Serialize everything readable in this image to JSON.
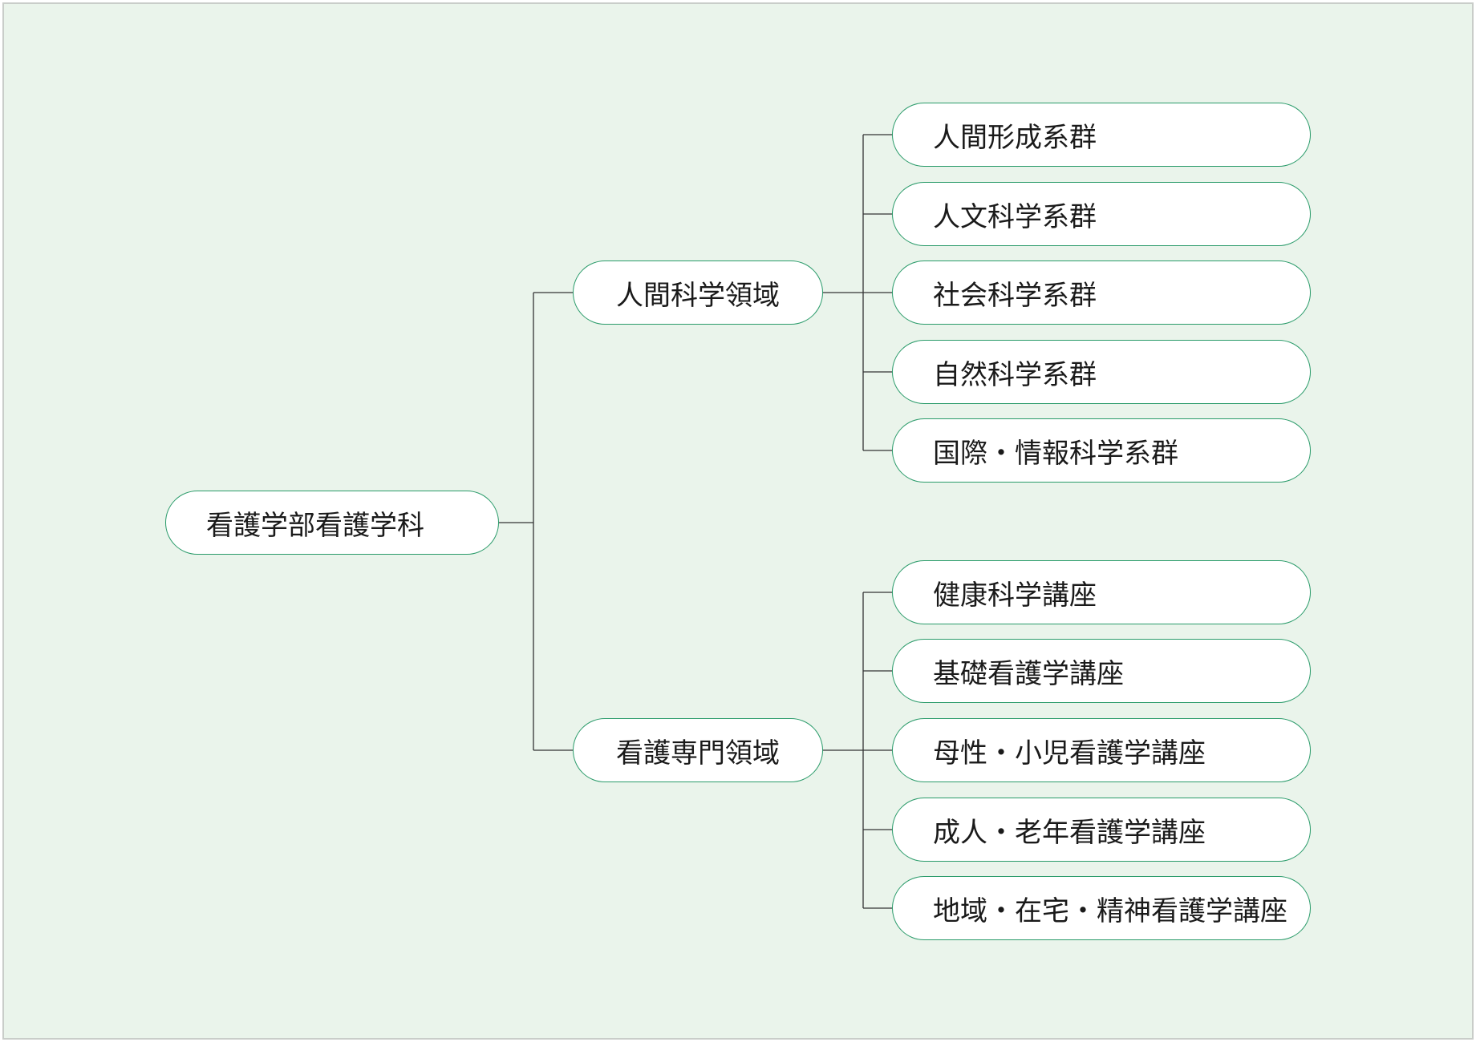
{
  "diagram": {
    "type": "tree",
    "root": {
      "label": "看護学部看護学科"
    },
    "branches": [
      {
        "label": "人間科学領域",
        "children": [
          {
            "label": "人間形成系群"
          },
          {
            "label": "人文科学系群"
          },
          {
            "label": "社会科学系群"
          },
          {
            "label": "自然科学系群"
          },
          {
            "label": "国際・情報科学系群"
          }
        ]
      },
      {
        "label": "看護専門領域",
        "children": [
          {
            "label": "健康科学講座"
          },
          {
            "label": "基礎看護学講座"
          },
          {
            "label": "母性・小児看護学講座"
          },
          {
            "label": "成人・老年看護学講座"
          },
          {
            "label": "地域・在宅・精神看護学講座"
          }
        ]
      }
    ]
  },
  "colors": {
    "background": "#eaf4eb",
    "node_fill": "#ffffff",
    "node_border": "#2a9b6a",
    "connector": "#333333",
    "text": "#1a1a1a"
  }
}
